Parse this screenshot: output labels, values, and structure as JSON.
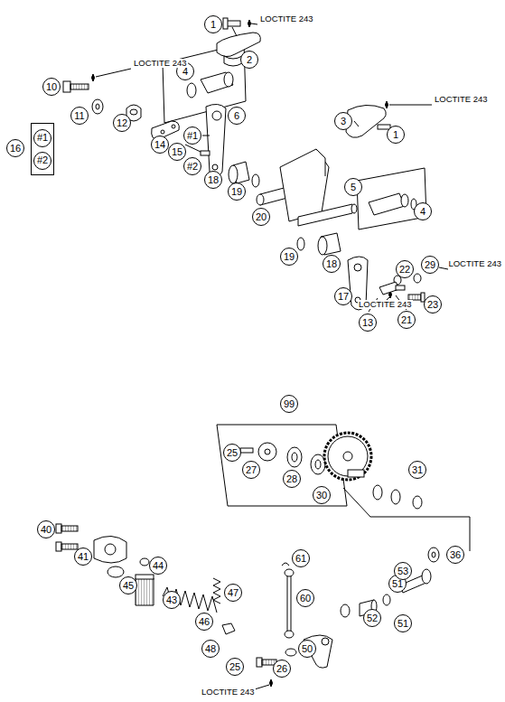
{
  "diagram": {
    "nodes": [
      {
        "text": [
          "#1",
          "#2"
        ]
      }
    ],
    "labels": [
      "1",
      "LOCTITE 243",
      "2",
      "4",
      "6",
      "10",
      "LOCTITE 243",
      "11",
      "12",
      "14",
      "#1",
      "15",
      "#2",
      "16",
      "18",
      "19",
      "20",
      "3",
      "1",
      "LOCTITE 243",
      "5",
      "4",
      "19",
      "18",
      "17",
      "22",
      "29",
      "LOCTITE 243",
      "13",
      "21",
      "23",
      "LOCTITE 243",
      "25",
      "99",
      "27",
      "28",
      "30",
      "31",
      "36",
      "40",
      "41",
      "44",
      "45",
      "43",
      "46",
      "47",
      "48",
      "61",
      "60",
      "50",
      "51",
      "52",
      "51",
      "53",
      "25",
      "26",
      "LOCTITE 243"
    ]
  }
}
